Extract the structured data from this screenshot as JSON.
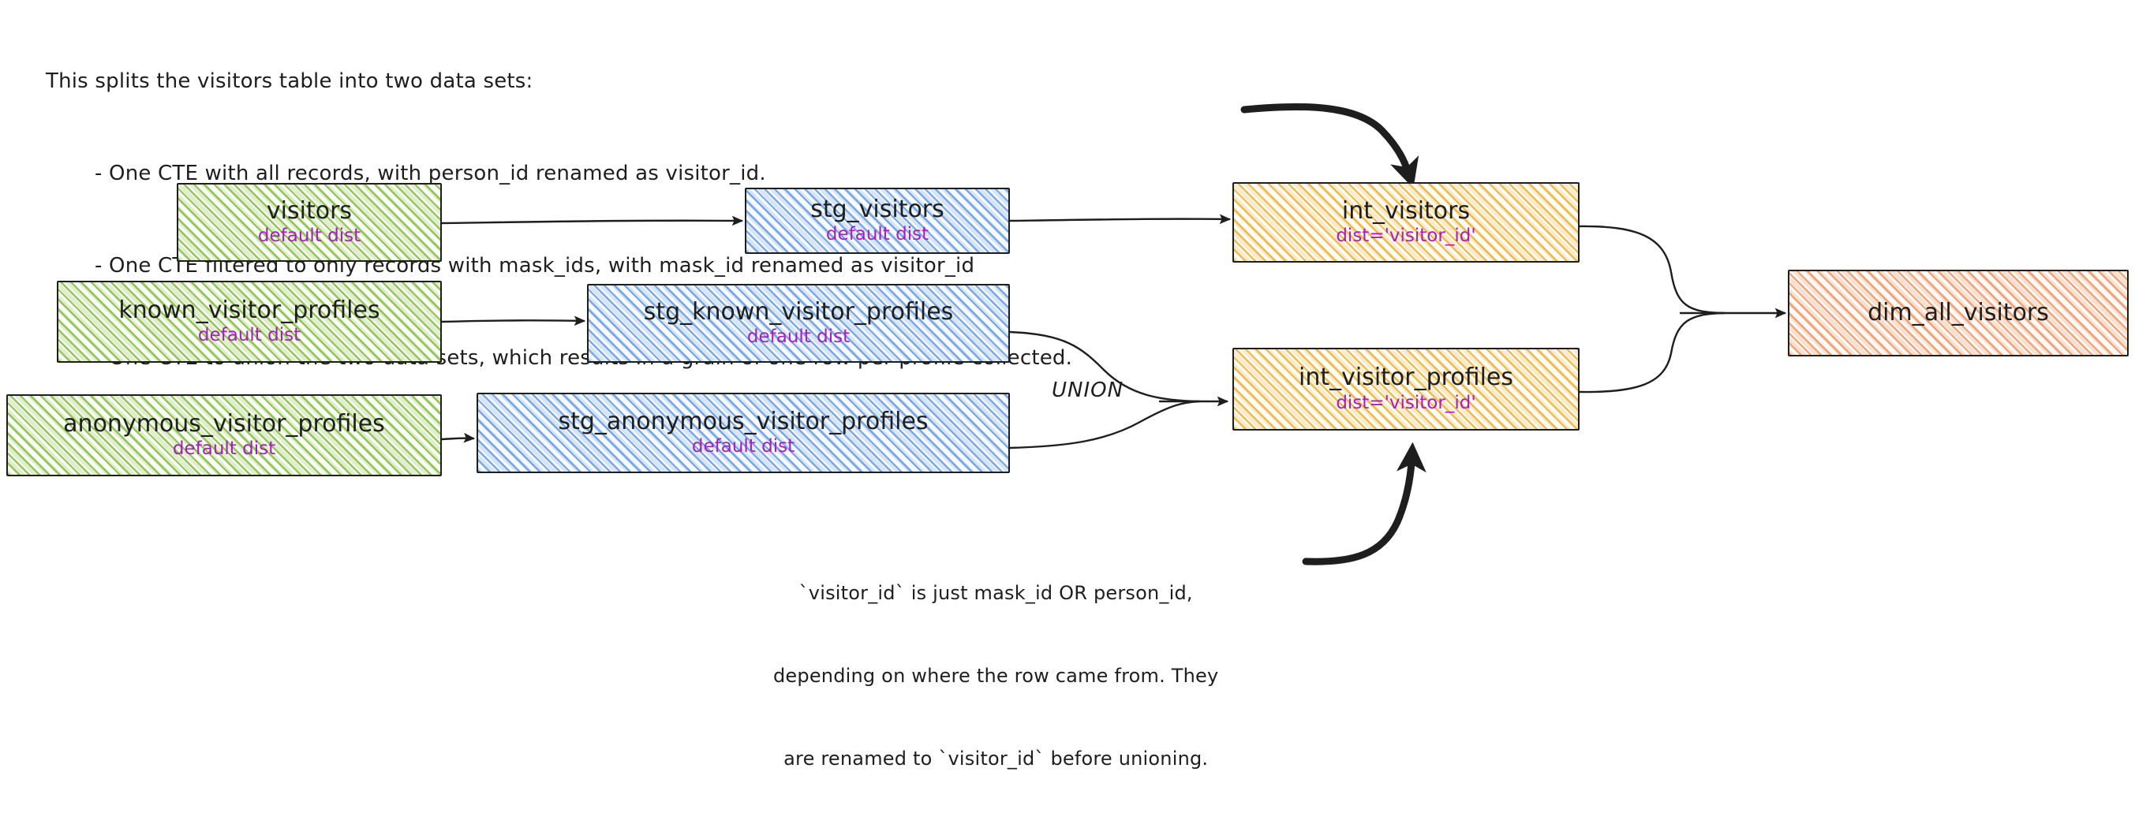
{
  "diagram": {
    "type": "data-lineage",
    "background": "#ffffff",
    "accent_subtitle_color": "#a61fb8",
    "stroke_color": "#1e1e1e"
  },
  "intro_note": {
    "line1": "This splits the visitors table into two data sets:",
    "line2": "- One CTE with all records, with person_id renamed as visitor_id.",
    "line3": "- One CTE filtered to only records with mask_ids, with mask_id renamed as visitor_id",
    "line4": "- One CTE to union the two data sets, which results in a grain of one row per profile collected."
  },
  "visitor_id_note": {
    "line1": "`visitor_id` is just mask_id OR person_id,",
    "line2": "depending on where the row came from. They",
    "line3": "are renamed to `visitor_id` before unioning."
  },
  "union_label": "UNION",
  "nodes": [
    {
      "id": "visitors",
      "title": "visitors",
      "subtitle": "default dist",
      "color": "green"
    },
    {
      "id": "known_visitor_profiles",
      "title": "known_visitor_profiles",
      "subtitle": "default dist",
      "color": "green"
    },
    {
      "id": "anonymous_visitor_profiles",
      "title": "anonymous_visitor_profiles",
      "subtitle": "default dist",
      "color": "green"
    },
    {
      "id": "stg_visitors",
      "title": "stg_visitors",
      "subtitle": "default dist",
      "color": "blue"
    },
    {
      "id": "stg_known_visitor_profiles",
      "title": "stg_known_visitor_profiles",
      "subtitle": "default dist",
      "color": "blue"
    },
    {
      "id": "stg_anonymous_visitor_profiles",
      "title": "stg_anonymous_visitor_profiles",
      "subtitle": "default dist",
      "color": "blue"
    },
    {
      "id": "int_visitors",
      "title": "int_visitors",
      "subtitle": "dist='visitor_id'",
      "color": "yellow"
    },
    {
      "id": "int_visitor_profiles",
      "title": "int_visitor_profiles",
      "subtitle": "dist='visitor_id'",
      "color": "yellow"
    },
    {
      "id": "dim_all_visitors",
      "title": "dim_all_visitors",
      "subtitle": "",
      "color": "orange"
    }
  ],
  "edges": [
    {
      "from": "visitors",
      "to": "stg_visitors"
    },
    {
      "from": "known_visitor_profiles",
      "to": "stg_known_visitor_profiles"
    },
    {
      "from": "anonymous_visitor_profiles",
      "to": "stg_anonymous_visitor_profiles"
    },
    {
      "from": "stg_visitors",
      "to": "int_visitors"
    },
    {
      "from": "stg_known_visitor_profiles",
      "to": "int_visitor_profiles",
      "label": "UNION"
    },
    {
      "from": "stg_anonymous_visitor_profiles",
      "to": "int_visitor_profiles",
      "label": "UNION"
    },
    {
      "from": "int_visitors",
      "to": "dim_all_visitors"
    },
    {
      "from": "int_visitor_profiles",
      "to": "dim_all_visitors"
    },
    {
      "from": "intro_note",
      "to": "int_visitors",
      "style": "annotation"
    },
    {
      "from": "visitor_id_note",
      "to": "int_visitor_profiles",
      "style": "annotation"
    }
  ]
}
